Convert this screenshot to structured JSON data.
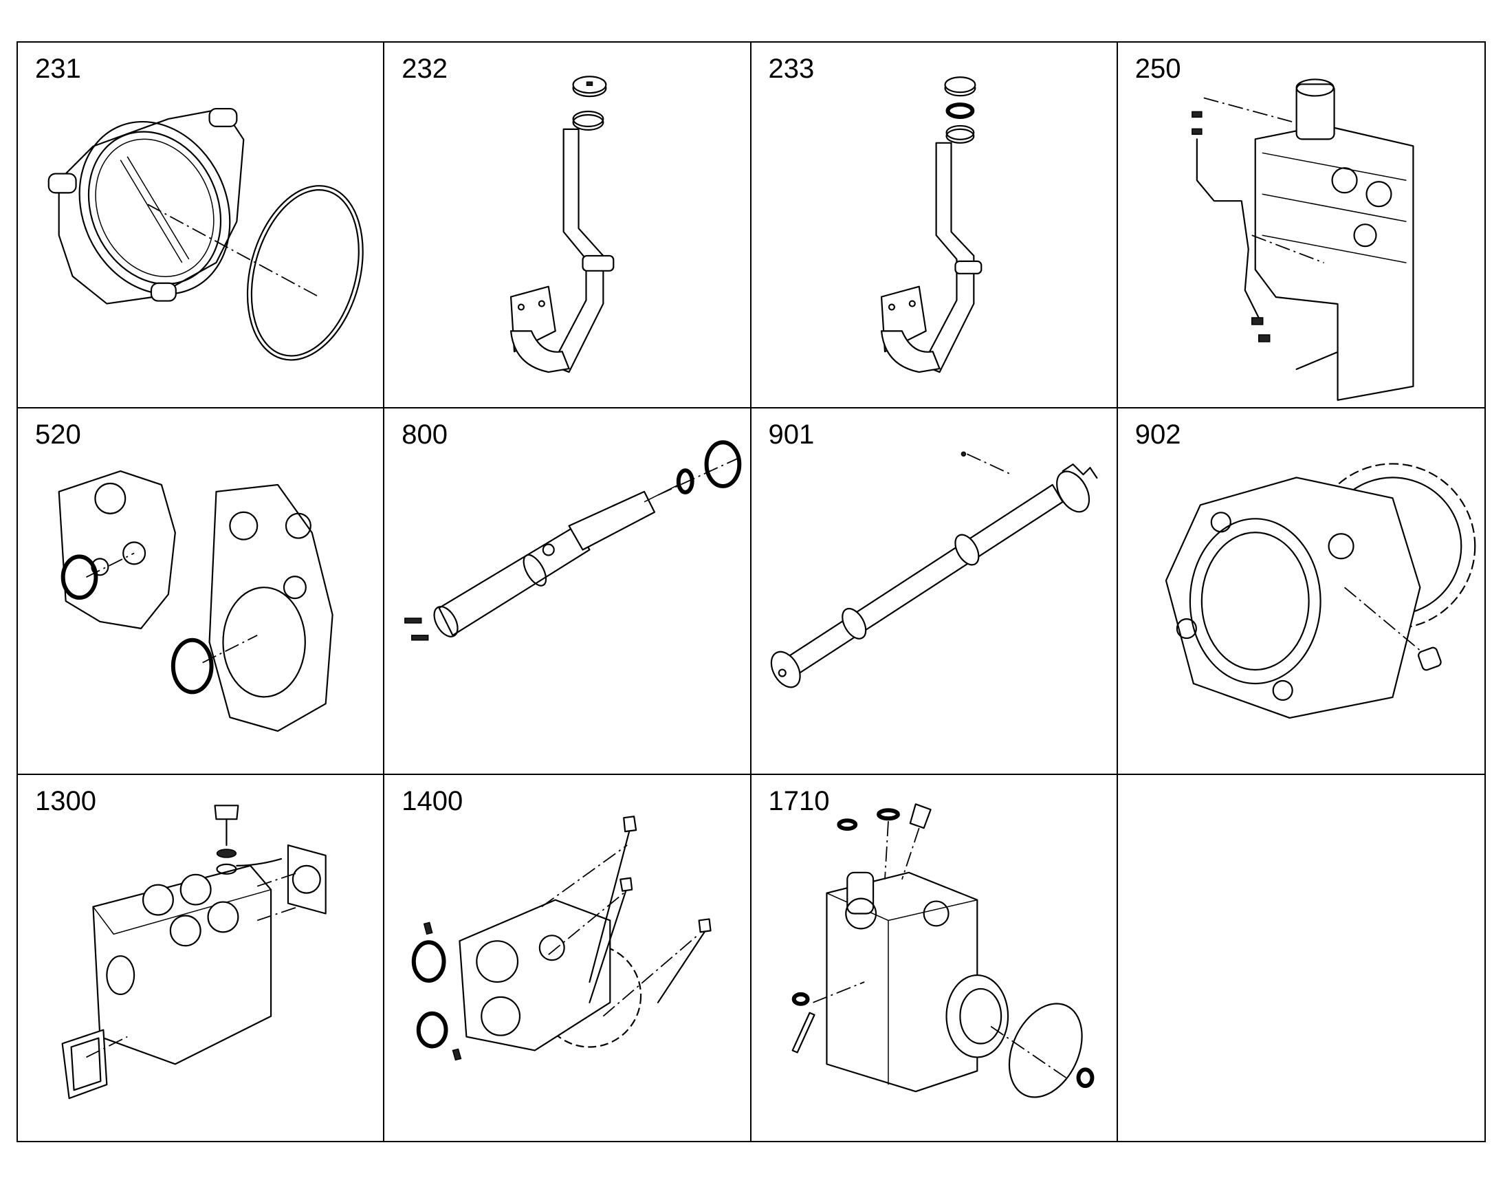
{
  "cells": [
    {
      "label": "231",
      "icon": "rear-cover-with-seal-ring"
    },
    {
      "label": "232",
      "icon": "oil-dipstick-tube"
    },
    {
      "label": "233",
      "icon": "oil-dipstick-tube-with-washer"
    },
    {
      "label": "250",
      "icon": "engine-block-pipe-assembly"
    },
    {
      "label": "520",
      "icon": "timing-gear-housing-with-seals"
    },
    {
      "label": "800",
      "icon": "fuel-injector"
    },
    {
      "label": "901",
      "icon": "camshaft"
    },
    {
      "label": "902",
      "icon": "gear-housing-with-gear"
    },
    {
      "label": "1300",
      "icon": "cylinder-head"
    },
    {
      "label": "1400",
      "icon": "oil-pump"
    },
    {
      "label": "1710",
      "icon": "high-pressure-fuel-pump"
    },
    {
      "label": "",
      "icon": ""
    }
  ]
}
